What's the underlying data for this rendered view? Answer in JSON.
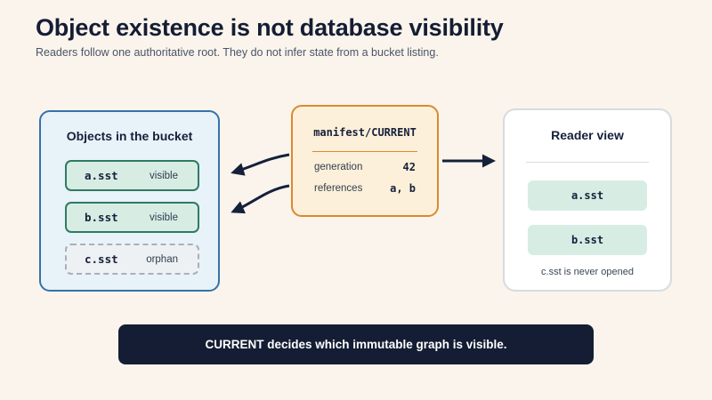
{
  "header": {
    "title": "Object existence is not database visibility",
    "subtitle": "Readers follow one authoritative root. They do not infer state from a bucket listing."
  },
  "bucket": {
    "title": "Objects in the bucket",
    "objects": [
      {
        "name": "a.sst",
        "state": "visible"
      },
      {
        "name": "b.sst",
        "state": "visible"
      },
      {
        "name": "c.sst",
        "state": "orphan"
      }
    ]
  },
  "manifest": {
    "title": "manifest/CURRENT",
    "rows": [
      {
        "key": "generation",
        "value": "42"
      },
      {
        "key": "references",
        "value": "a, b"
      }
    ]
  },
  "reader": {
    "title": "Reader view",
    "files": [
      "a.sst",
      "b.sst"
    ],
    "note": "c.sst is never opened"
  },
  "banner": {
    "text": "CURRENT decides which immutable graph is visible."
  },
  "colors": {
    "bucket_border": "#3672a8",
    "manifest_border": "#d98a2e",
    "visible_fill": "#d7ede4",
    "banner_bg": "#141d33"
  }
}
